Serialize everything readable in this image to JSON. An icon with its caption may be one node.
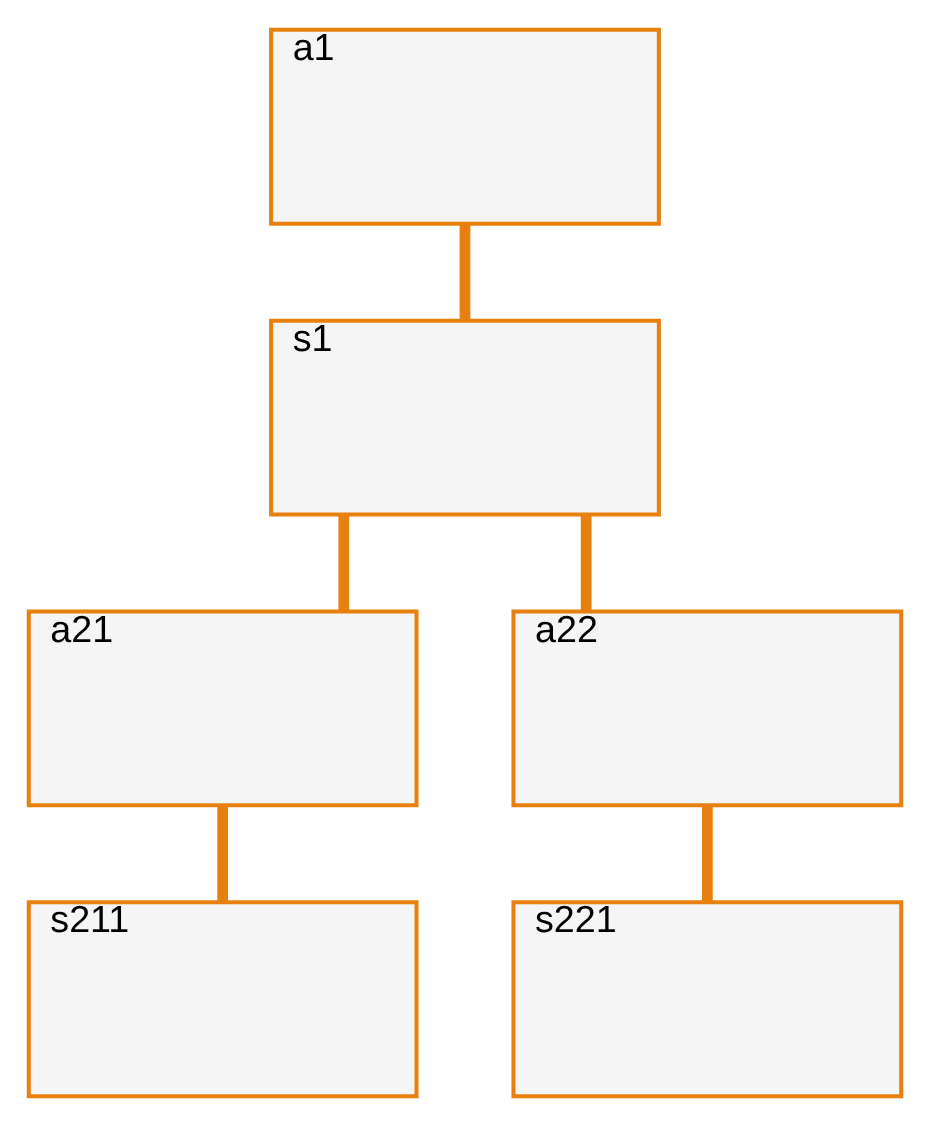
{
  "diagram": {
    "nodes": [
      {
        "text": [
          "a1"
        ]
      },
      {
        "text": [
          "s1"
        ]
      },
      {
        "text": [
          "a21"
        ]
      },
      {
        "text": [
          "a22"
        ]
      },
      {
        "text": [
          "s211"
        ]
      },
      {
        "text": [
          "s221"
        ]
      }
    ],
    "edges": [
      {
        "from": 0,
        "to": 1,
        "arrow": "none"
      },
      {
        "from": 1,
        "to": 2,
        "arrow": "none"
      },
      {
        "from": 1,
        "to": 3,
        "arrow": "none"
      },
      {
        "from": 2,
        "to": 4,
        "arrow": "none"
      },
      {
        "from": 3,
        "to": 5,
        "arrow": "none"
      }
    ]
  }
}
